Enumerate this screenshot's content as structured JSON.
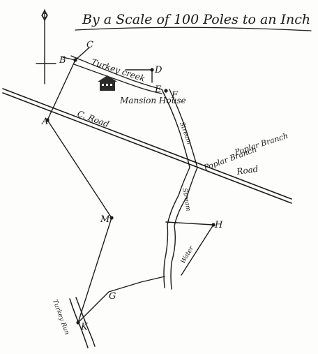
{
  "title": "By a Scale of 100 Poles to an Inch",
  "labels": {
    "corners": [
      "A",
      "B",
      "C",
      "D",
      "E",
      "F",
      "H",
      "G",
      "K",
      "M"
    ],
    "creek": "Turkey creek",
    "house": "Mansion House",
    "road": "C. Road",
    "branch_a": "Poplar Branch",
    "branch_b": "Poplar Branch",
    "road_end": "Road",
    "creek_s": "Stream",
    "creek_s2": "Stream",
    "river": "Water",
    "south_note": "Turkey Run"
  },
  "icons": [
    "compass-rose-icon",
    "mansion-house-icon"
  ]
}
